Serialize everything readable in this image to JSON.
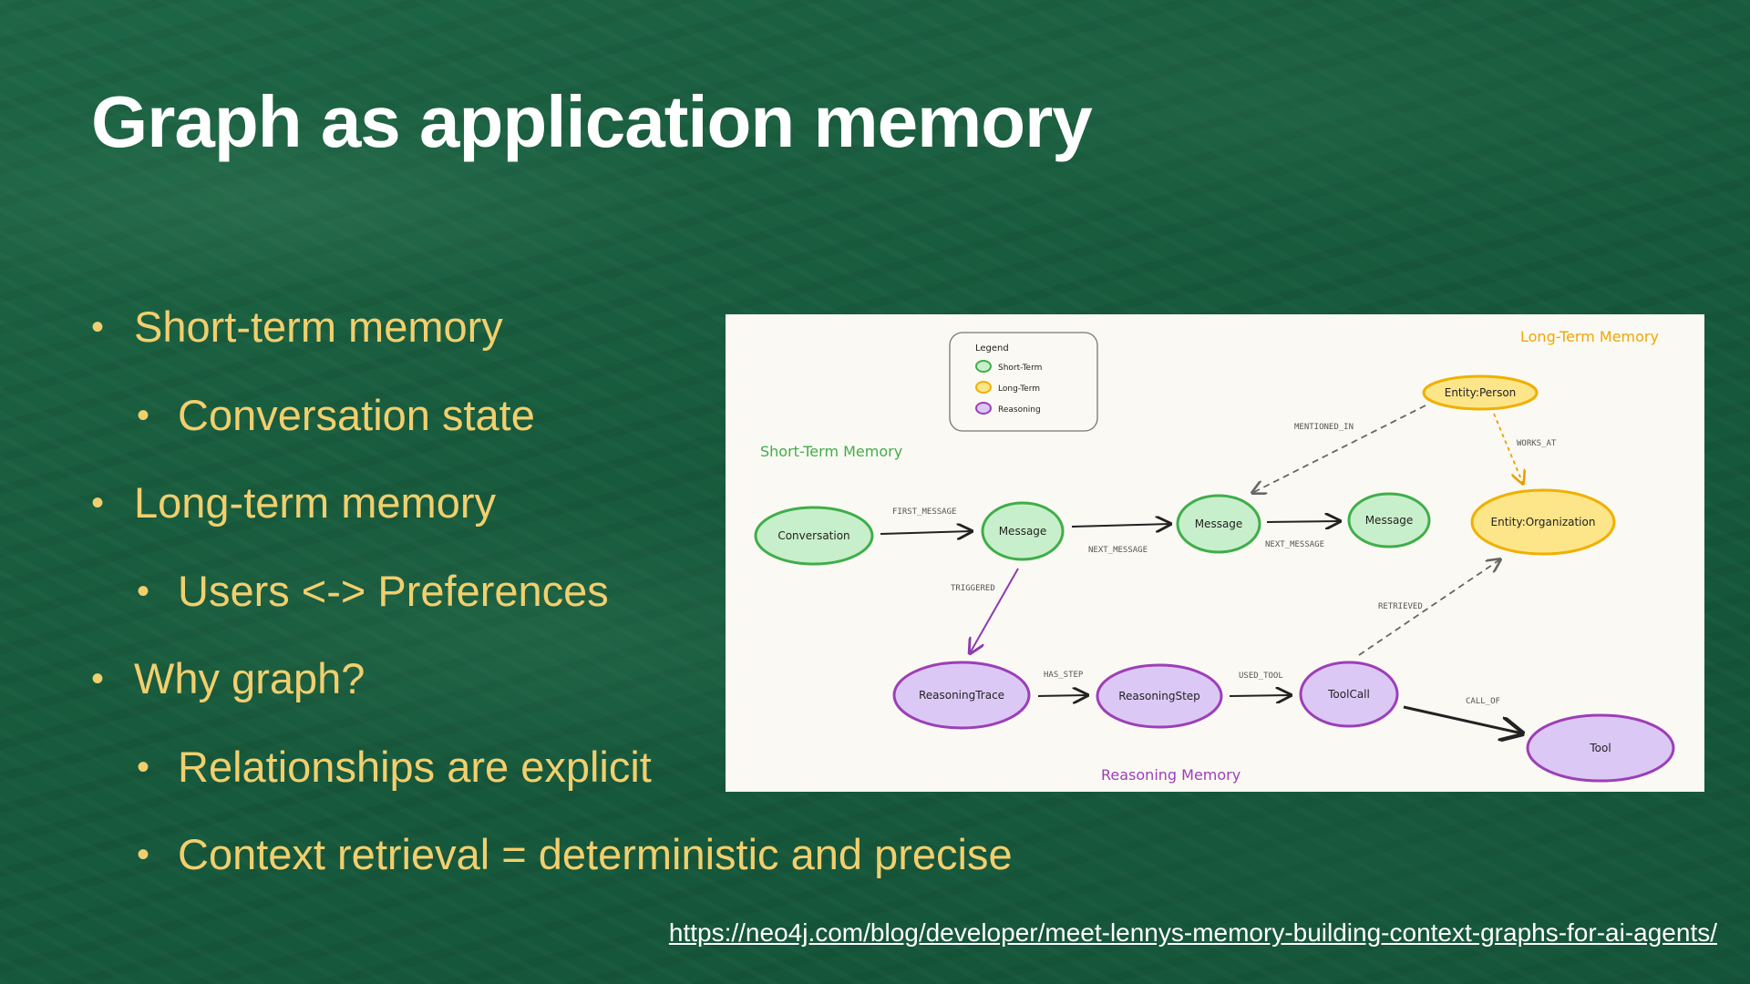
{
  "title": "Graph as application memory",
  "bullets": [
    {
      "level": 1,
      "text": "Short-term memory"
    },
    {
      "level": 2,
      "text": "Conversation state"
    },
    {
      "level": 1,
      "text": "Long-term memory"
    },
    {
      "level": 2,
      "text": "Users <-> Preferences"
    },
    {
      "level": 1,
      "text": "Why graph?"
    },
    {
      "level": 2,
      "text": "Relationships are explicit"
    },
    {
      "level": 2,
      "text": "Context retrieval = deterministic and precise"
    }
  ],
  "diagram": {
    "legend": {
      "title": "Legend",
      "items": [
        {
          "label": "Short-Term",
          "color": "#4caf50"
        },
        {
          "label": "Long-Term",
          "color": "#f0b400"
        },
        {
          "label": "Reasoning",
          "color": "#9c3fb8"
        }
      ]
    },
    "regions": {
      "short_term": "Short-Term Memory",
      "long_term": "Long-Term Memory",
      "reasoning": "Reasoning Memory"
    },
    "nodes": {
      "conversation": "Conversation",
      "message1": "Message",
      "message2": "Message",
      "message3": "Message",
      "entity_person": "Entity:Person",
      "entity_org": "Entity:Organization",
      "reasoning_trace": "ReasoningTrace",
      "reasoning_step": "ReasoningStep",
      "tool_call": "ToolCall",
      "tool": "Tool"
    },
    "edges": {
      "first_message": "FIRST_MESSAGE",
      "next_message_1": "NEXT_MESSAGE",
      "next_message_2": "NEXT_MESSAGE",
      "mentioned_in": "MENTIONED_IN",
      "works_at": "WORKS_AT",
      "triggered": "TRIGGERED",
      "has_step": "HAS_STEP",
      "used_tool": "USED_TOOL",
      "retrieved": "RETRIEVED",
      "call_of": "CALL_OF"
    },
    "colors": {
      "short_fill": "#c8efcb",
      "short_stroke": "#3fae4a",
      "long_fill": "#fde58a",
      "long_stroke": "#f0b000",
      "reason_fill": "#dcc8f5",
      "reason_stroke": "#9c3fb8"
    }
  },
  "source_link": "https://neo4j.com/blog/developer/meet-lennys-memory-building-context-graphs-for-ai-agents/"
}
